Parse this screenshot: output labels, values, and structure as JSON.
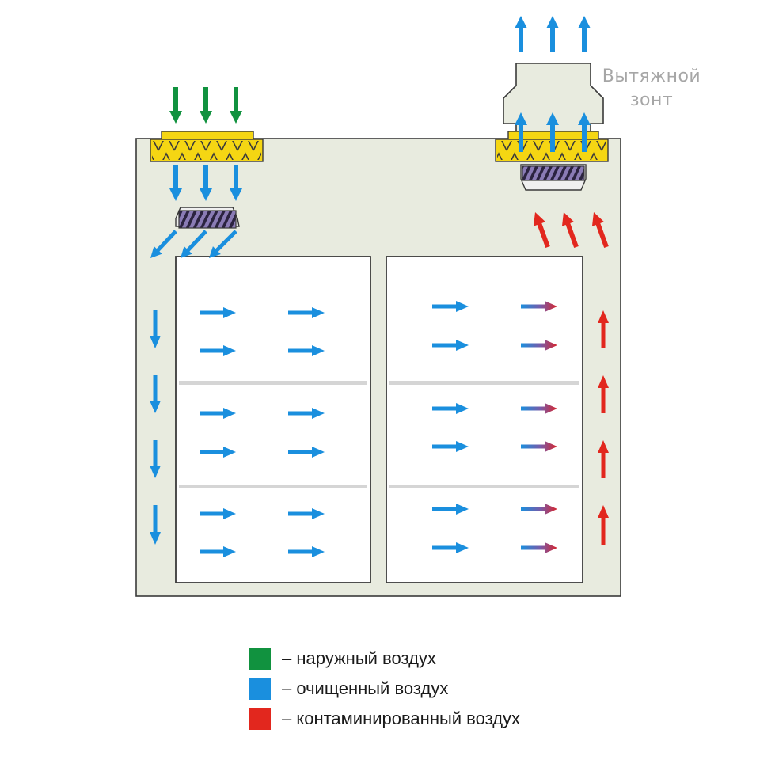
{
  "hood_label_line1": "Вытяжной",
  "hood_label_line2": "зонт",
  "legend": [
    {
      "label": "– наружный воздух",
      "color": "#11923f",
      "icon": "outside-air-swatch"
    },
    {
      "label": "– очищенный воздух",
      "color": "#1a8fde",
      "icon": "cleaned-air-swatch"
    },
    {
      "label": "– контаминированный воздух",
      "color": "#e2271e",
      "icon": "contaminated-air-swatch"
    }
  ],
  "colors": {
    "outside_air": "#11923f",
    "cleaned_air": "#1a8fde",
    "contaminated_air": "#e2271e",
    "room": "#e8ebdf",
    "filter": "#f5d613",
    "fan": "#6f5f94"
  },
  "airflow": {
    "intake_arrows": 3,
    "exhaust_arrows": 3,
    "left_column_arrows_per_shelf": 2,
    "right_column_arrows_per_shelf": 2,
    "shelves_per_column": 3
  }
}
